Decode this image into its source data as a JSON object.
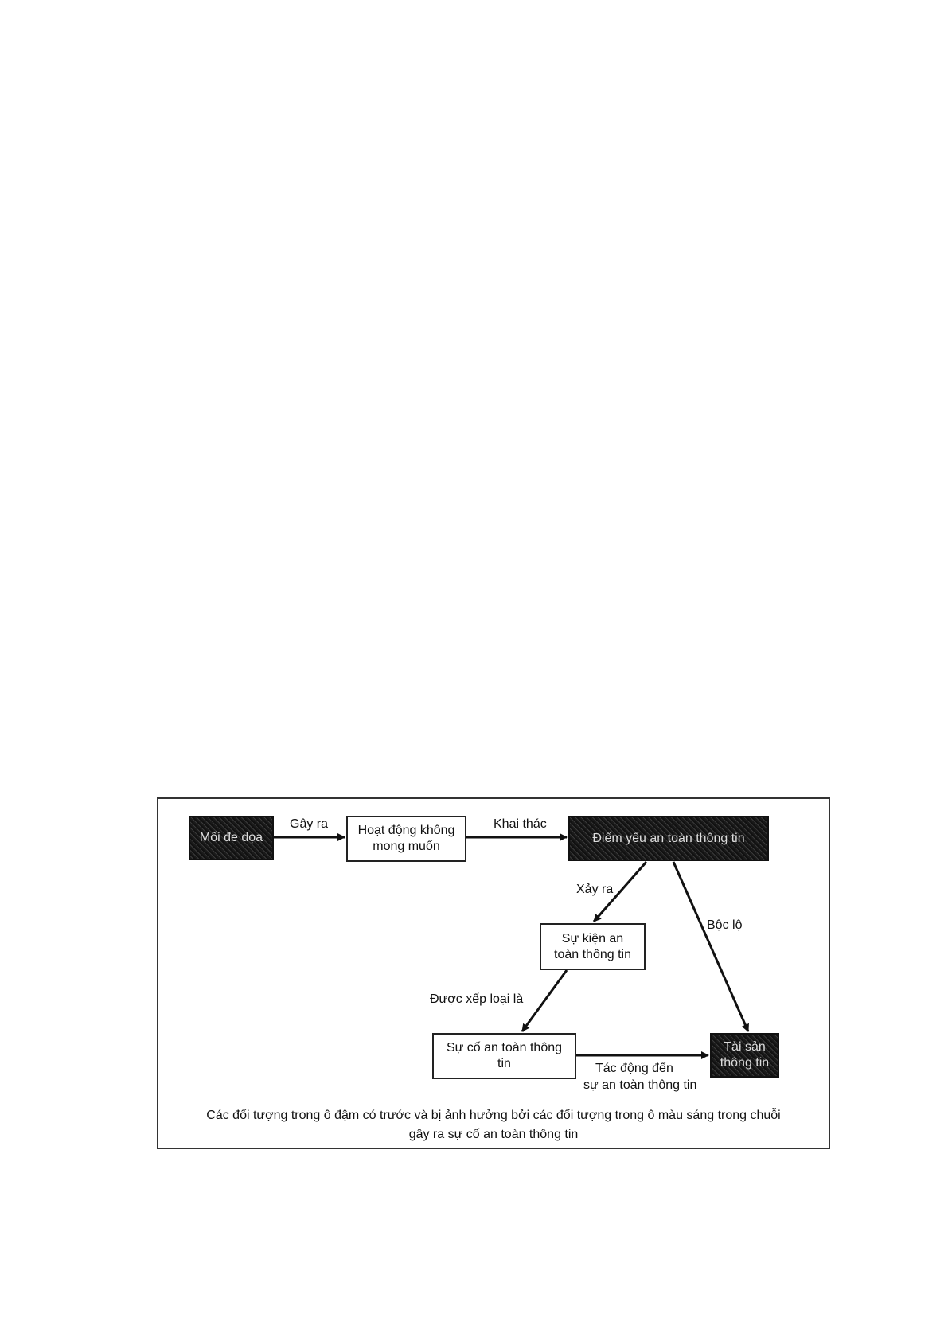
{
  "nodes": {
    "threat": "Mối đe dọa",
    "unwanted_activity": "Hoạt động không mong muốn",
    "vulnerability": "Điểm yếu an toàn thông tin",
    "security_event": "Sự kiện an toàn thông tin",
    "security_incident": "Sự cố an toàn thông tin",
    "asset": "Tài sản thông tin"
  },
  "edges": {
    "causes": "Gây ra",
    "exploits": "Khai thác",
    "occurs": "Xảy ra",
    "exposes": "Bộc lộ",
    "classified_as": "Được xếp loại là",
    "impacts_line1": "Tác động đến",
    "impacts_line2": "sự an toàn thông tin"
  },
  "caption": {
    "line1": "Các đối tượng trong ô đậm có trước và bị ảnh hưởng bởi các đối tượng trong ô màu sáng trong chuỗi",
    "line2": "gây ra sự cố an toàn thông tin"
  }
}
